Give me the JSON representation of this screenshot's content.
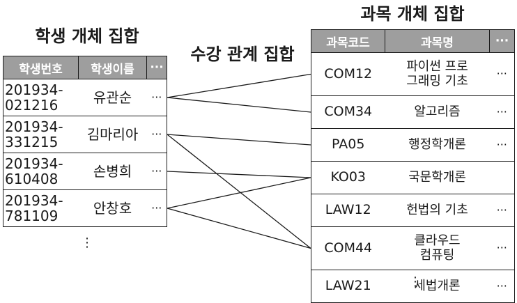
{
  "student_entity": {
    "title": "학생 개체 집합",
    "headers": [
      "학생번호",
      "학생이름",
      "···"
    ],
    "rows": [
      {
        "id_line1": "201934-",
        "id_line2": "021216",
        "name": "유관순",
        "more": "···"
      },
      {
        "id_line1": "201934-",
        "id_line2": "331215",
        "name": "김마리아",
        "more": "···"
      },
      {
        "id_line1": "201934-",
        "id_line2": "610408",
        "name": "손병희",
        "more": "···"
      },
      {
        "id_line1": "201934-",
        "id_line2": "781109",
        "name": "안창호",
        "more": "···"
      }
    ],
    "continuation": "⋮"
  },
  "relationship": {
    "title": "수강 관계 집합"
  },
  "course_entity": {
    "title": "과목 개체 집합",
    "headers": [
      "과목코드",
      "과목명",
      "···"
    ],
    "rows": [
      {
        "code": "COM12",
        "name_line1": "파이썬 프로",
        "name_line2": "그래밍 기초",
        "more": "···"
      },
      {
        "code": "COM34",
        "name_line1": "알고리즘",
        "name_line2": "",
        "more": "···"
      },
      {
        "code": "PA05",
        "name_line1": "행정학개론",
        "name_line2": "",
        "more": "···"
      },
      {
        "code": "KO03",
        "name_line1": "국문학개론",
        "name_line2": "",
        "more": ""
      },
      {
        "code": "LAW12",
        "name_line1": "헌법의 기초",
        "name_line2": "",
        "more": "···"
      },
      {
        "code": "COM44",
        "name_line1": "클라우드",
        "name_line2": "컴퓨팅",
        "more": "···"
      },
      {
        "code": "LAW21",
        "name_line1": "세법개론",
        "name_line2": "",
        "more": "···"
      }
    ],
    "continuation": "⋮"
  },
  "enrollments": [
    {
      "student": "유관순",
      "course": "COM12"
    },
    {
      "student": "유관순",
      "course": "COM34"
    },
    {
      "student": "김마리아",
      "course": "PA05"
    },
    {
      "student": "김마리아",
      "course": "COM44"
    },
    {
      "student": "손병희",
      "course": "KO03"
    },
    {
      "student": "안창호",
      "course": "KO03"
    },
    {
      "student": "안창호",
      "course": "COM44"
    }
  ]
}
